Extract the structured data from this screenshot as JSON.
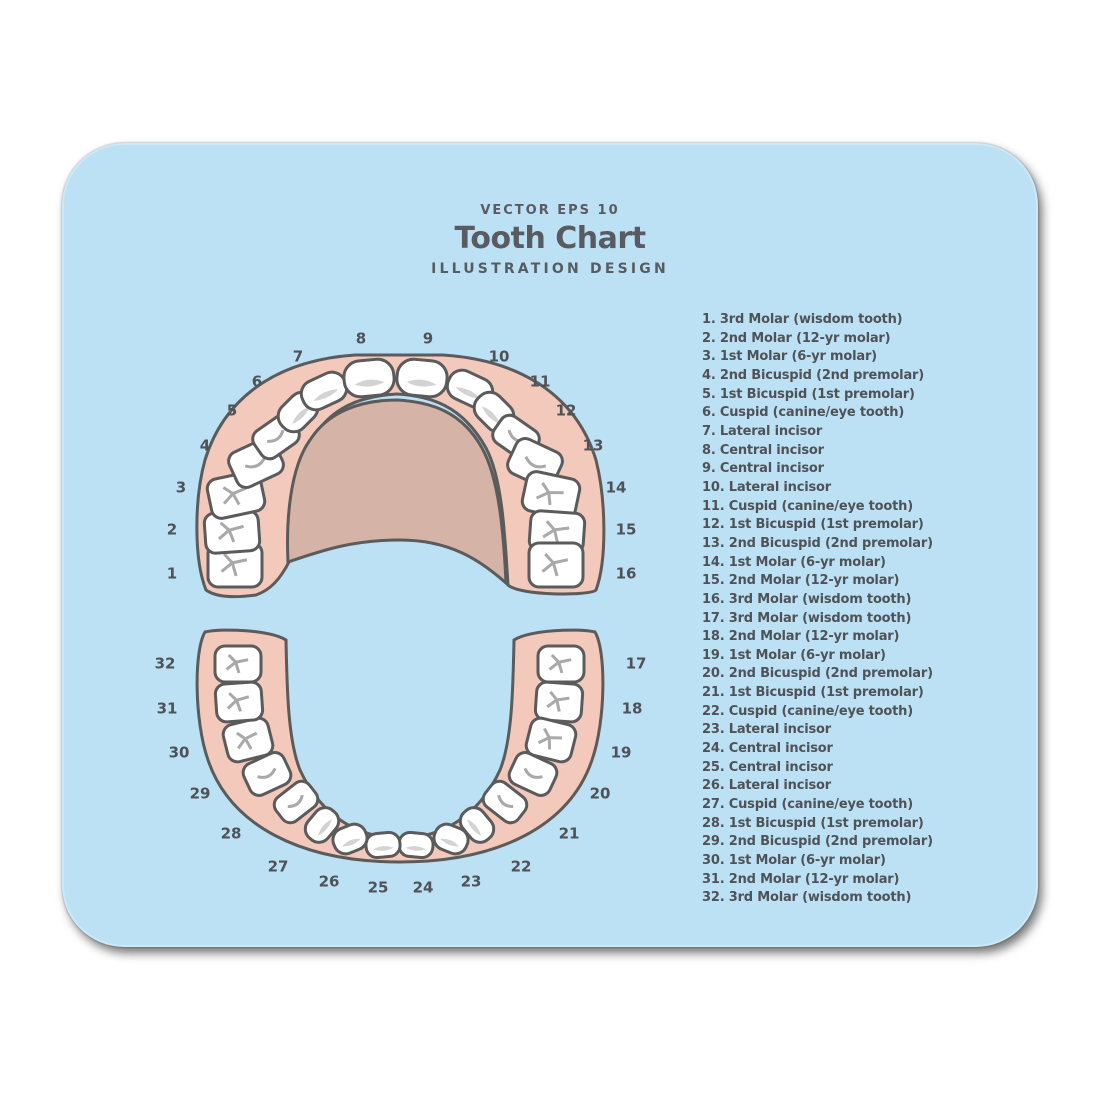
{
  "header": {
    "line1": "VECTOR EPS 10",
    "title": "Tooth Chart",
    "line3": "ILLUSTRATION DESIGN"
  },
  "legend": [
    "1. 3rd Molar (wisdom tooth)",
    "2. 2nd Molar (12-yr molar)",
    "3. 1st Molar (6-yr molar)",
    "4. 2nd Bicuspid (2nd premolar)",
    "5. 1st Bicuspid (1st premolar)",
    "6. Cuspid (canine/eye tooth)",
    "7. Lateral incisor",
    "8. Central incisor",
    "9. Central incisor",
    "10. Lateral incisor",
    "11. Cuspid (canine/eye tooth)",
    "12. 1st Bicuspid (1st premolar)",
    "13. 2nd Bicuspid (2nd premolar)",
    "14. 1st Molar (6-yr molar)",
    "15. 2nd Molar (12-yr molar)",
    "16. 3rd Molar (wisdom tooth)",
    "17. 3rd Molar (wisdom tooth)",
    "18. 2nd Molar (12-yr molar)",
    "19. 1st Molar (6-yr molar)",
    "20. 2nd Bicuspid (2nd premolar)",
    "21. 1st Bicuspid (1st premolar)",
    "22. Cuspid (canine/eye tooth)",
    "23. Lateral incisor",
    "24. Central incisor",
    "25. Central incisor",
    "26. Lateral incisor",
    "27. Cuspid (canine/eye tooth)",
    "28. 1st Bicuspid (1st premolar)",
    "29. 2nd Bicuspid (2nd premolar)",
    "30. 1st Molar (6-yr molar)",
    "31. 2nd Molar (12-yr molar)",
    "32. 3rd Molar (wisdom tooth)"
  ],
  "tooth_numbers": {
    "upper": [
      "1",
      "2",
      "3",
      "4",
      "5",
      "6",
      "7",
      "8",
      "9",
      "10",
      "11",
      "12",
      "13",
      "14",
      "15",
      "16"
    ],
    "lower": [
      "17",
      "18",
      "19",
      "20",
      "21",
      "22",
      "23",
      "24",
      "25",
      "26",
      "27",
      "28",
      "29",
      "30",
      "31",
      "32"
    ]
  },
  "colors": {
    "background": "#bde1f4",
    "gum": "#f3c9bb",
    "palate": "#d6b3a7",
    "outline": "#5b5b5b",
    "tooth": "#ffffff",
    "tooth_shade": "#d3d3d3",
    "text": "#4f5257"
  }
}
